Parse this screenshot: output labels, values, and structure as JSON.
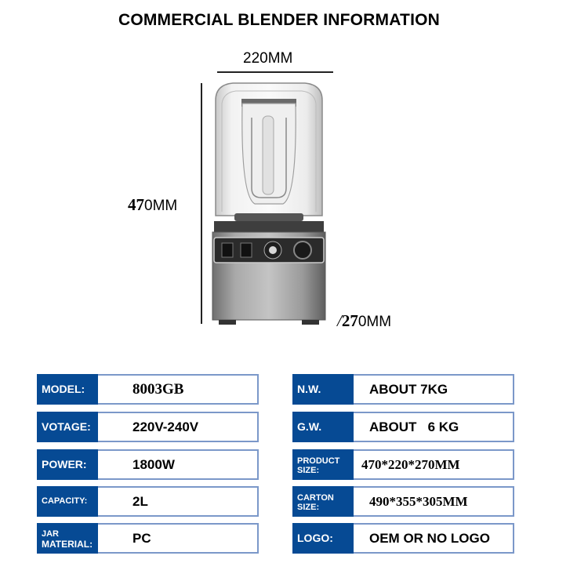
{
  "title": "COMMERCIAL BLENDER INFORMATION",
  "dimensions": {
    "width": "220MM",
    "height_num": "47",
    "height_unit": "0MM",
    "depth_prefix": "/",
    "depth_num": "27",
    "depth_unit": "0MM"
  },
  "specs": {
    "left": [
      {
        "label": "MODEL:",
        "value": "8003GB"
      },
      {
        "label": "VOTAGE:",
        "value": "220V-240V"
      },
      {
        "label": "POWER:",
        "value": "1800W"
      },
      {
        "label": "CAPACITY:",
        "value": "2L"
      },
      {
        "label_line1": "JAR",
        "label_line2": "MATERIAL:",
        "value": "PC"
      }
    ],
    "right": [
      {
        "label": "N.W.",
        "value": "ABOUT 7KG"
      },
      {
        "label": "G.W.",
        "value": "ABOUT   6 KG"
      },
      {
        "label_line1": "PRODUCT",
        "label_line2": "SIZE:",
        "value": "470*220*270MM"
      },
      {
        "label_line1": "CARTON",
        "label_line2": "SIZE:",
        "value": "490*355*305MM"
      },
      {
        "label": "LOGO:",
        "value": "OEM OR NO LOGO"
      }
    ]
  },
  "colors": {
    "label_bg": "#064a94",
    "row_border": "#7b98c9"
  }
}
